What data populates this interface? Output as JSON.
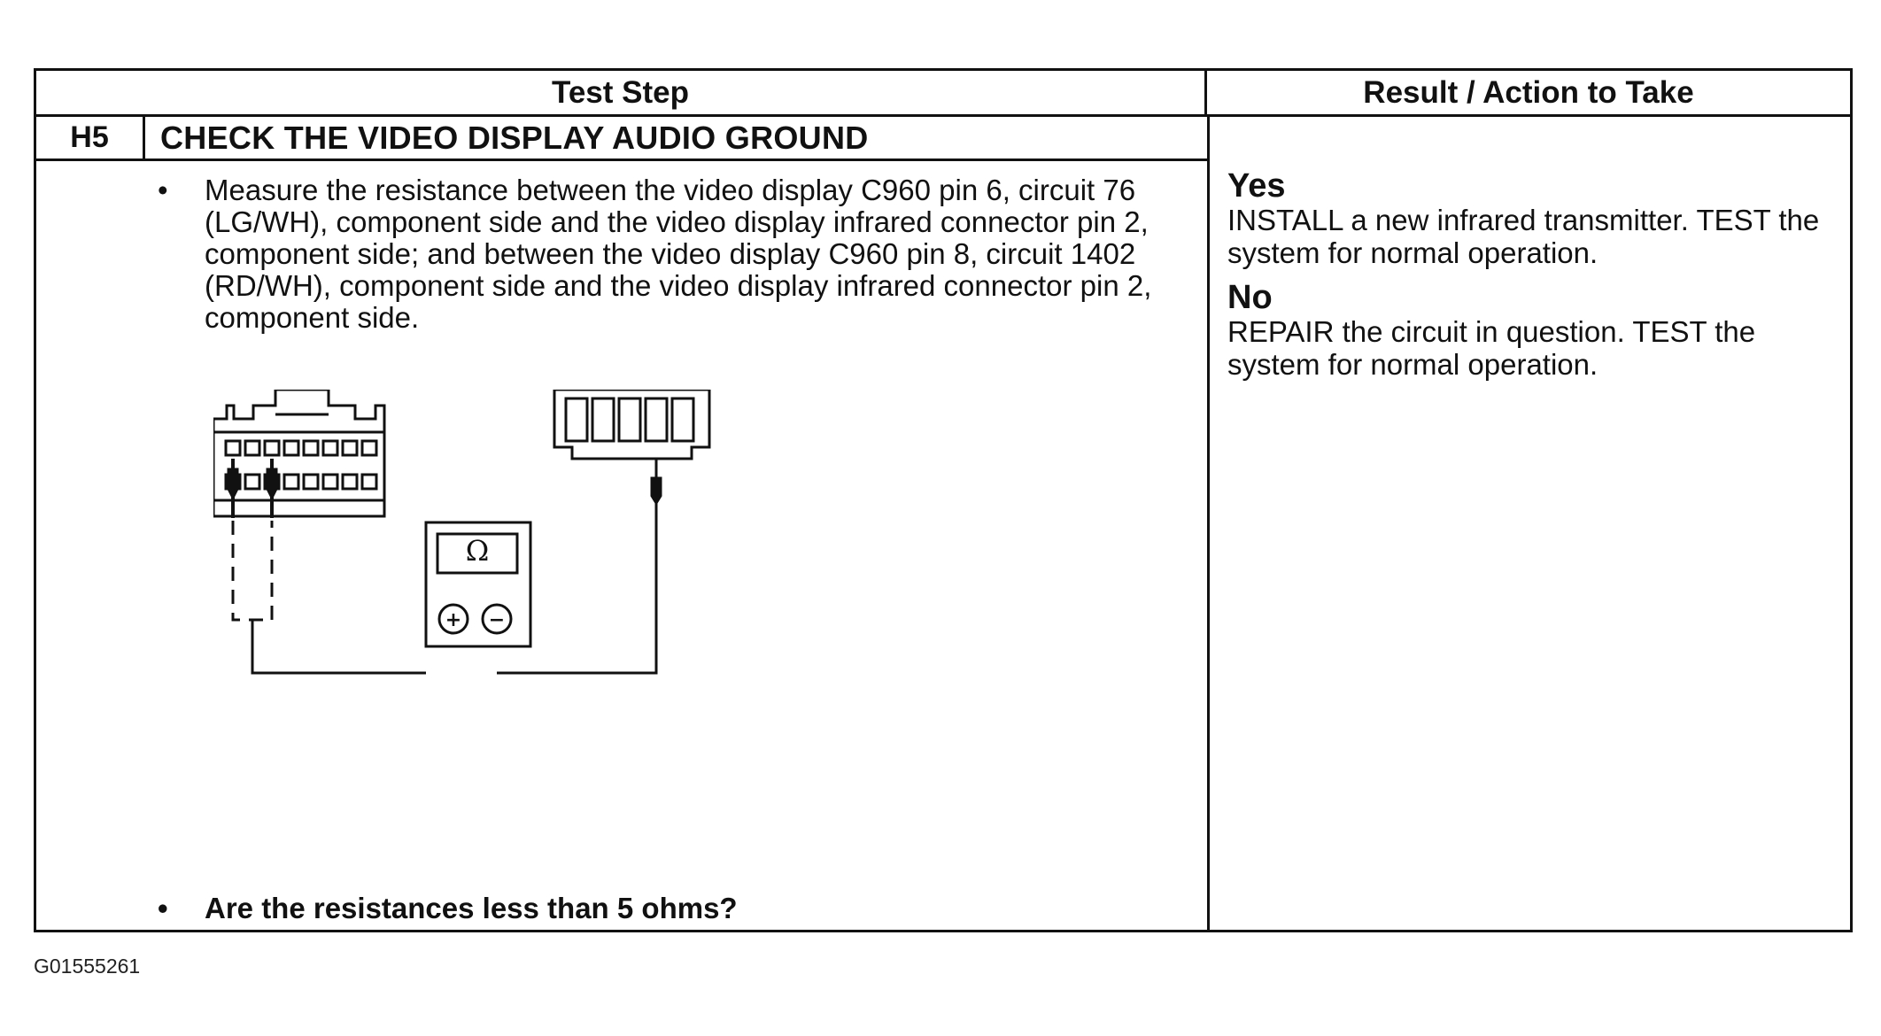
{
  "table": {
    "header_left": "Test Step",
    "header_right": "Result / Action to Take",
    "step_id": "H5",
    "step_title": "CHECK THE VIDEO DISPLAY AUDIO GROUND",
    "bullet_char": "•",
    "bullet_1": "Measure the resistance between the video display C960 pin 6, circuit 76 (LG/WH), component side and the video display infrared connector pin 2, component side; and between the video display C960 pin 8, circuit 1402 (RD/WH), component side and  the video display infrared connector pin 2, component side.",
    "bullet_2": "Are the resistances less than 5 ohms?"
  },
  "results": {
    "yes_label": "Yes",
    "yes_text": "INSTALL a new infrared transmitter. TEST the system for normal operation.",
    "no_label": "No",
    "no_text": "REPAIR the circuit in question. TEST the system for normal operation."
  },
  "diagram": {
    "meter_symbol": "Ω",
    "plus_symbol": "+",
    "minus_symbol": "−"
  },
  "figure_id": "G01555261"
}
